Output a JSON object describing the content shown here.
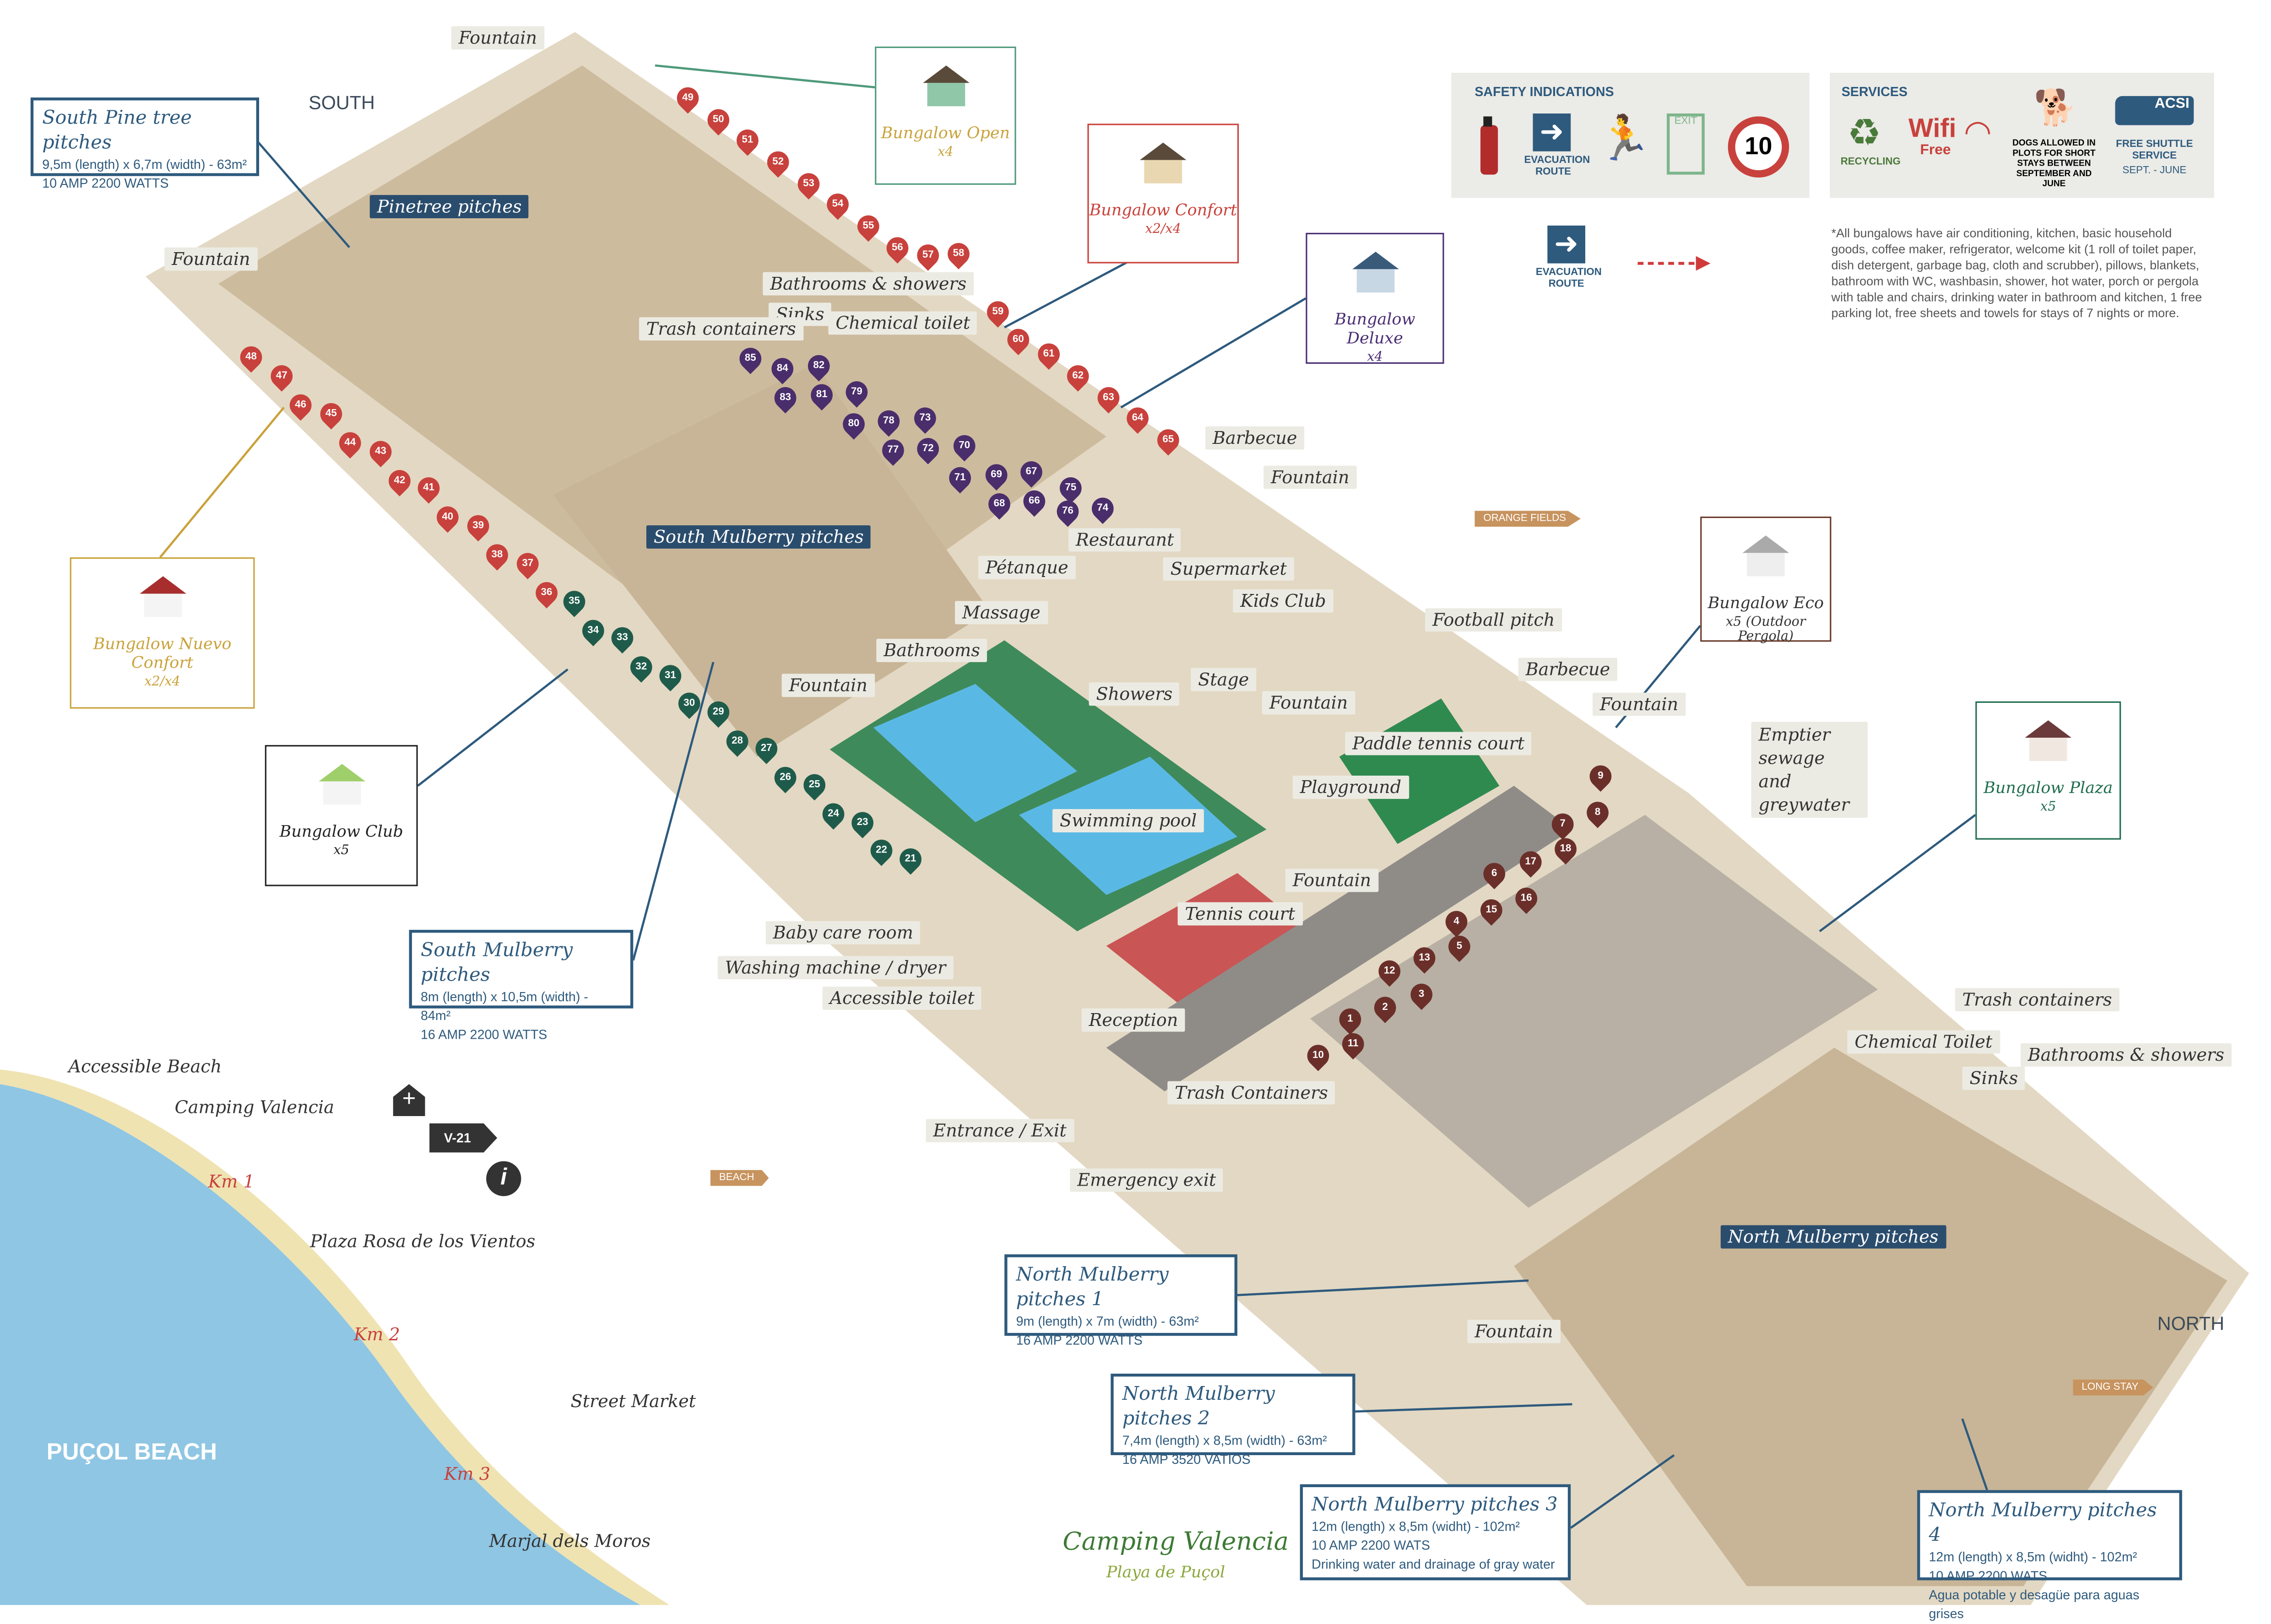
{
  "compass": {
    "south": "SOUTH",
    "north": "NORTH"
  },
  "labels": [
    "Fountain",
    "Fountain",
    "Pinetree pitches",
    "Bathrooms & showers",
    "Sinks",
    "Chemical toilet",
    "Trash containers",
    "Barbecue",
    "Fountain",
    "South Mulberry pitches",
    "Restaurant",
    "Supermarket",
    "Pétanque",
    "Kids Club",
    "Massage",
    "Bathrooms",
    "Football pitch",
    "Barbecue",
    "Fountain",
    "Showers",
    "Stage",
    "Fountain",
    "Fountain",
    "Paddle tennis court",
    "Playground",
    "Swimming pool",
    "Fountain",
    "Tennis court",
    "Baby care room",
    "Washing machine / dryer",
    "Accessible toilet",
    "Reception",
    "Trash Containers",
    "Entrance / Exit",
    "Emergency exit",
    "Trash containers",
    "Chemical Toilet",
    "Bathrooms & showers",
    "Sinks",
    "North Mulberry pitches",
    "Fountain",
    "Emptier sewage and greywater"
  ],
  "pitch_boxes": {
    "south_pine": {
      "title": "South Pine tree pitches",
      "size": "9,5m (length) x 6,7m (width) - 63m²",
      "power": "10 AMP 2200 WATTS"
    },
    "south_mulberry": {
      "title": "South Mulberry pitches",
      "size": "8m (length) x 10,5m (width) - 84m²",
      "power": "16 AMP 2200 WATTS"
    },
    "north1": {
      "title": "North Mulberry pitches 1",
      "size": "9m (length) x 7m (width) - 63m²",
      "power": "16 AMP 2200 WATTS"
    },
    "north2": {
      "title": "North Mulberry pitches 2",
      "size": "7,4m (length) x 8,5m (width) - 63m²",
      "power": "16 AMP 3520 VATIOS"
    },
    "north3": {
      "title": "North Mulberry pitches 3",
      "size": "12m (length) x 8,5m (widht) - 102m²",
      "power": "10 AMP 2200 WATS",
      "extra": "Drinking water and drainage of gray water"
    },
    "north4": {
      "title": "North Mulberry pitches 4",
      "size": "12m (length) x 8,5m (widht) - 102m²",
      "power": "10 AMP 2200 WATS",
      "extra": "Agua potable y desagüe para aguas grises"
    }
  },
  "bungalows": {
    "open": {
      "name": "Bungalow Open",
      "count": "x4",
      "color": "#4e9a7a"
    },
    "confort": {
      "name": "Bungalow Confort",
      "count": "x2/x4",
      "color": "#c9413a"
    },
    "deluxe": {
      "name": "Bungalow Deluxe",
      "count": "x4",
      "color": "#4a2d73"
    },
    "eco": {
      "name": "Bungalow Eco",
      "count": "x5",
      "extra": "(Outdoor Pergola)",
      "color": "#6b3a2a"
    },
    "plaza": {
      "name": "Bungalow Plaza",
      "count": "x5",
      "color": "#1f6d4f"
    },
    "nuevo_confort": {
      "name": "Bungalow Nuevo Confort",
      "count": "x2/x4",
      "color": "#c9a23a"
    },
    "club": {
      "name": "Bungalow Club",
      "count": "x5",
      "color": "#222"
    }
  },
  "safety": {
    "title": "SAFETY INDICATIONS",
    "evacuation": "EVACUATION ROUTE",
    "exit": "EXIT",
    "speed": "10"
  },
  "services": {
    "title": "SERVICES",
    "recycling": "RECYCLING",
    "wifi": "Wifi",
    "wifi_free": "Free",
    "dogs": "DOGS ALLOWED IN PLOTS FOR SHORT STAYS BETWEEN SEPTEMBER AND JUNE",
    "shuttle_brand": "ACSI",
    "shuttle": "FREE SHUTTLE SERVICE",
    "shuttle_period": "SEPT. - JUNE"
  },
  "legend_evacuation": "EVACUATION ROUTE",
  "note": "*All bungalows have air conditioning, kitchen, basic household goods, coffee maker, refrigerator, welcome kit (1 roll of toilet paper, dish detergent, garbage bag, cloth and scrubber), pillows, blankets, bathroom with WC, washbasin, shower, hot water, porch or pergola with table and chairs, drinking water in bathroom and kitchen, 1 free parking lot, free sheets and towels for stays of 7 nights or more.",
  "signs": {
    "orange": "ORANGE FIELDS",
    "beach": "BEACH",
    "long_stay": "LONG STAY",
    "road": "V-21"
  },
  "beach": {
    "name": "PUÇOL BEACH",
    "places": [
      "Accessible Beach",
      "Camping Valencia",
      "Plaza Rosa de los Vientos",
      "Street Market",
      "Marjal dels Moros"
    ],
    "km": [
      "Km 1",
      "Km 2",
      "Km 3"
    ]
  },
  "logo": {
    "name": "Camping Valencia",
    "sub": "Playa de Puçol"
  },
  "markers": {
    "red_a": [
      49,
      50,
      51,
      52,
      53,
      54,
      55,
      56,
      57,
      58,
      59,
      60,
      61,
      62,
      63,
      64,
      65
    ],
    "red_b": [
      48,
      47,
      46,
      45,
      44,
      43,
      42,
      41,
      40,
      39,
      38,
      37,
      36
    ],
    "green_a": [
      35,
      34,
      33,
      32,
      31,
      30,
      29,
      28,
      27,
      26,
      25,
      24,
      23,
      22,
      21
    ],
    "purple": [
      85,
      84,
      83,
      82,
      81,
      80,
      79,
      78,
      77,
      73,
      72,
      71,
      70,
      69,
      68,
      67,
      66,
      76,
      75,
      74
    ],
    "brown": [
      9,
      8,
      18,
      7,
      17,
      16,
      6,
      15,
      5,
      4,
      13,
      3,
      12,
      2,
      11,
      1,
      10
    ],
    "colors": {
      "red": "#c8413c",
      "green": "#1f5b4a",
      "purple": "#4a2d6b",
      "brown": "#6b2f2a"
    }
  }
}
